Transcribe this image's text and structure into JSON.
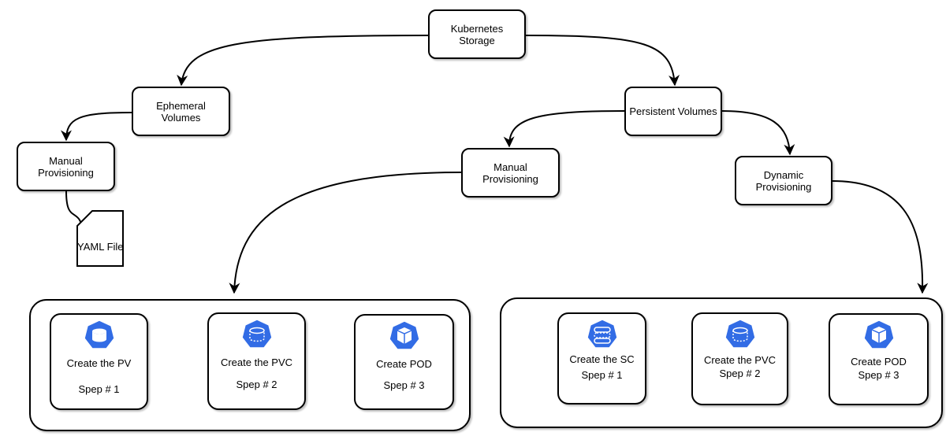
{
  "nodes": {
    "root": "Kubernetes\nStorage",
    "ephemeral": "Ephemeral\nVolumes",
    "persistent": "Persistent Volumes",
    "eph_manual": "Manual\nProvisioning",
    "pv_manual": "Manual\nProvisioning",
    "pv_dynamic": "Dynamic\nProvisioning",
    "yaml": "YAML File"
  },
  "manual_steps": [
    {
      "title": "Create the PV",
      "step": "Spep # 1",
      "icon": "pv-icon"
    },
    {
      "title": "Create the PVC",
      "step": "Spep # 2",
      "icon": "pvc-icon"
    },
    {
      "title": "Create POD",
      "step": "Spep # 3",
      "icon": "pod-icon"
    }
  ],
  "dynamic_steps": [
    {
      "title": "Create the SC",
      "step": "Spep # 1",
      "icon": "sc-icon"
    },
    {
      "title": "Create the PVC",
      "step": "Spep # 2",
      "icon": "pvc-icon"
    },
    {
      "title": "Create POD",
      "step": "Spep # 3",
      "icon": "pod-icon"
    }
  ],
  "colors": {
    "icon_fill": "#326CE5",
    "stroke": "#000000"
  }
}
